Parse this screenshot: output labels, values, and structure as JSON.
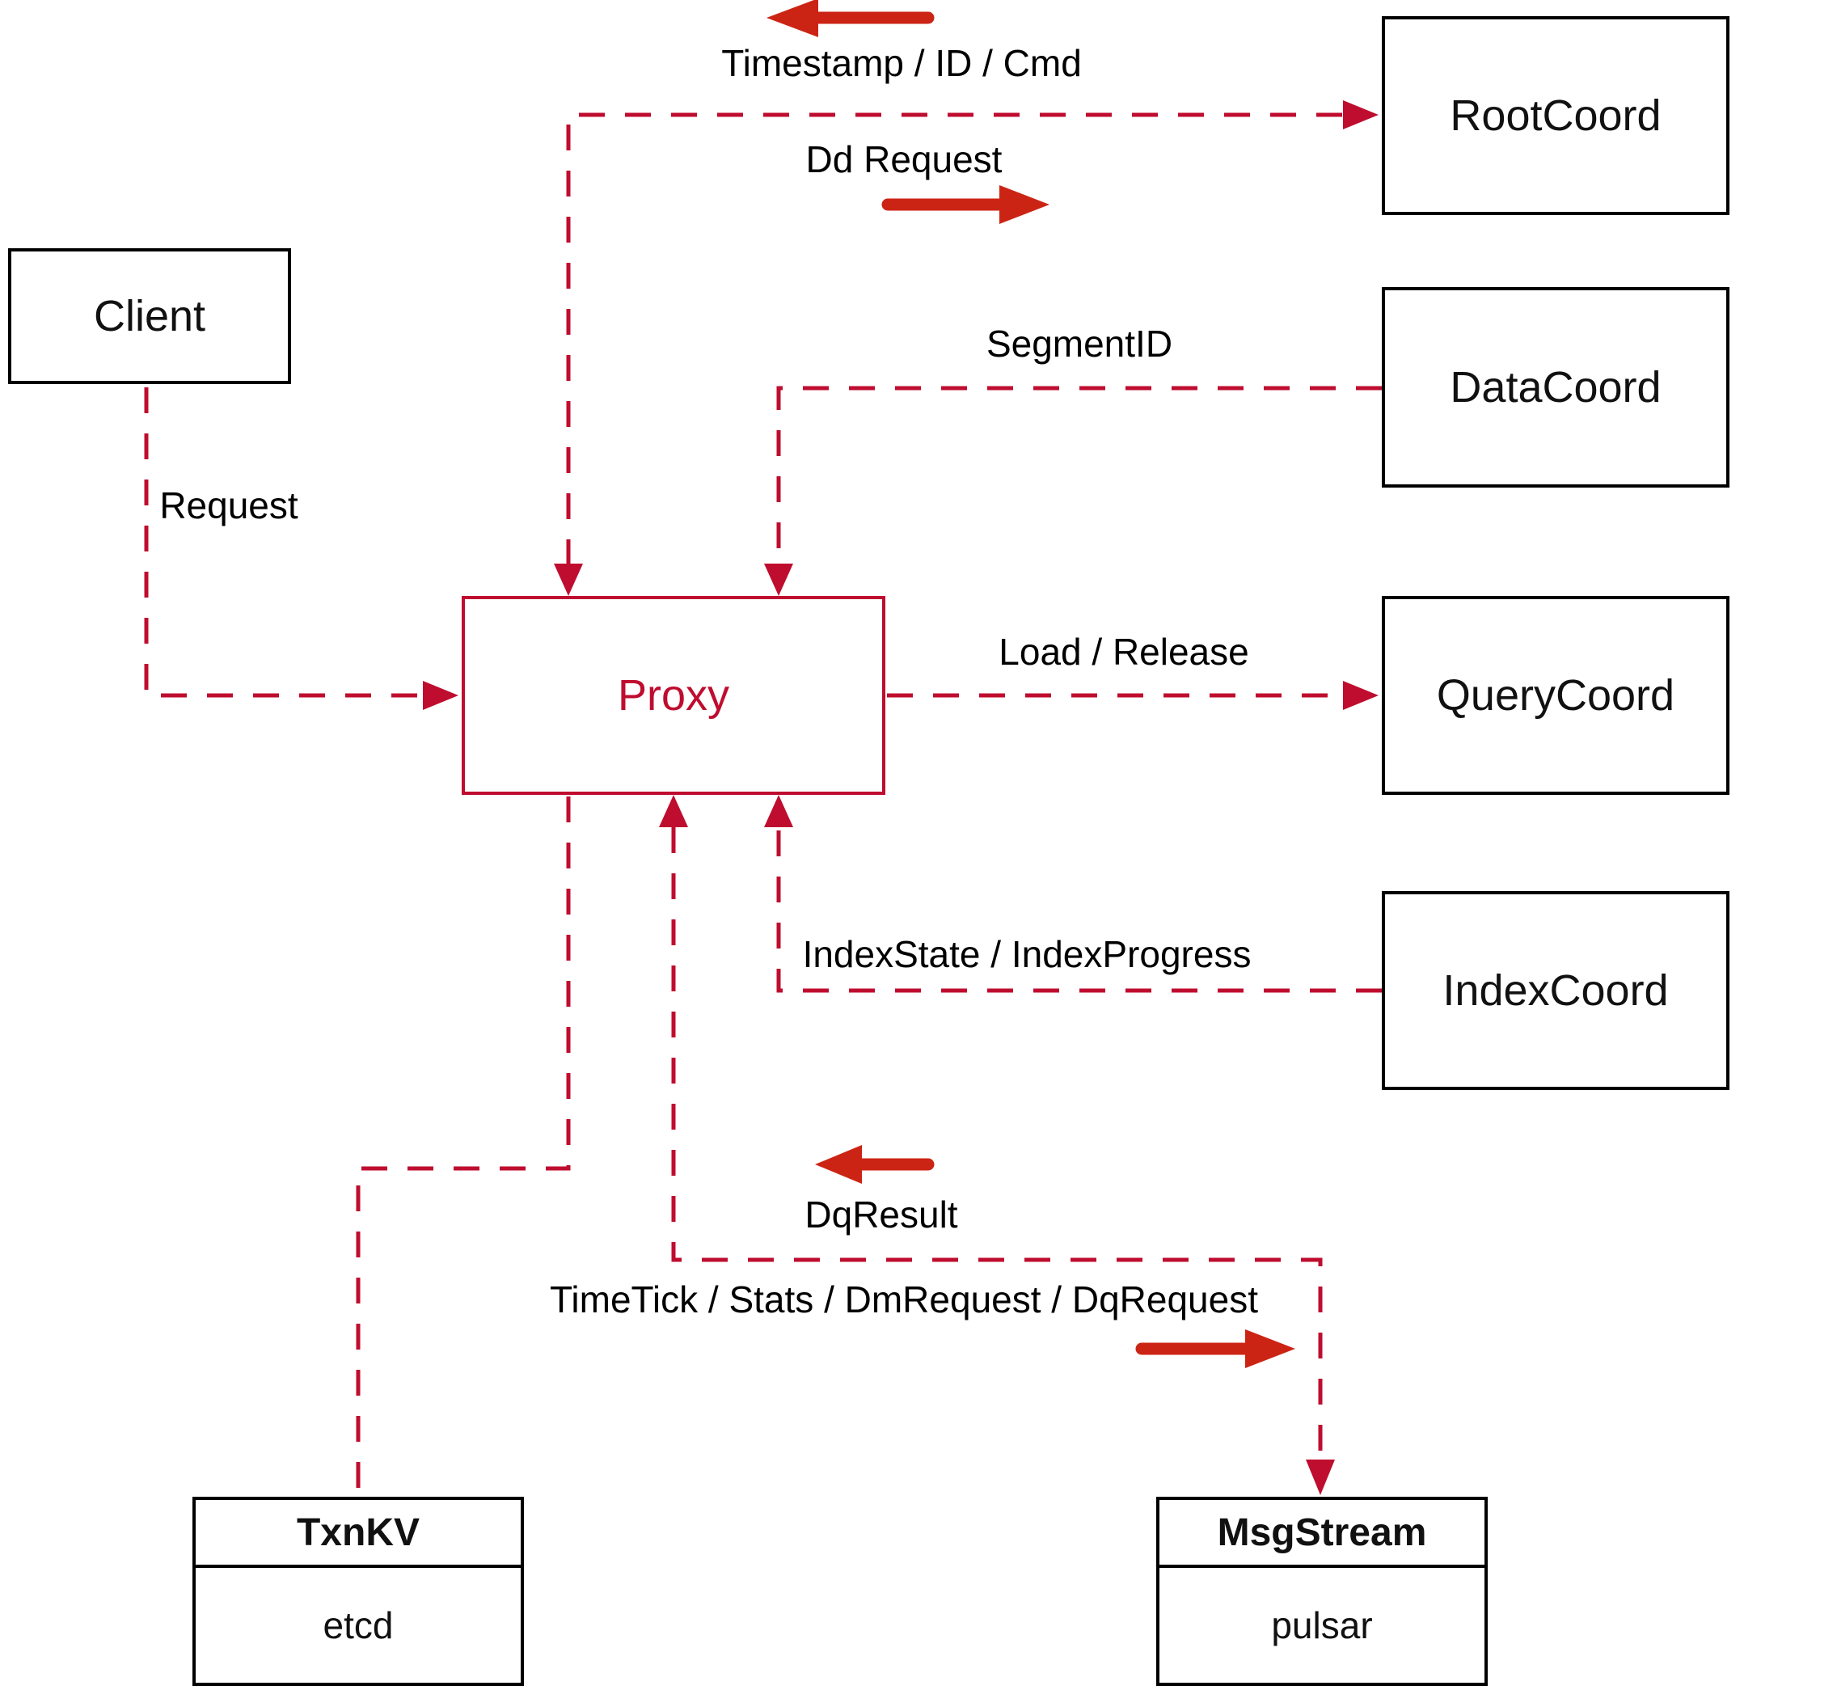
{
  "diagram": {
    "nodes": {
      "client": {
        "label": "Client"
      },
      "root_coord": {
        "label": "RootCoord"
      },
      "data_coord": {
        "label": "DataCoord"
      },
      "query_coord": {
        "label": "QueryCoord"
      },
      "index_coord": {
        "label": "IndexCoord"
      },
      "proxy": {
        "label": "Proxy"
      },
      "txn_kv": {
        "title": "TxnKV",
        "impl": "etcd"
      },
      "msg_stream": {
        "title": "MsgStream",
        "impl": "pulsar"
      }
    },
    "edge_labels": {
      "timestamp": "Timestamp / ID / Cmd",
      "dd_request": "Dd Request",
      "segment_id": "SegmentID",
      "request": "Request",
      "load_release": "Load / Release",
      "index_state": "IndexState / IndexProgress",
      "dq_result": "DqResult",
      "time_tick": "TimeTick / Stats / DmRequest / DqRequest"
    },
    "colors": {
      "background": "#ffffff",
      "line_dashed": "#bf0d2f",
      "arrow_solid": "#cc2414",
      "node_border": "#000000",
      "proxy_accent": "#bf0d2f"
    }
  }
}
